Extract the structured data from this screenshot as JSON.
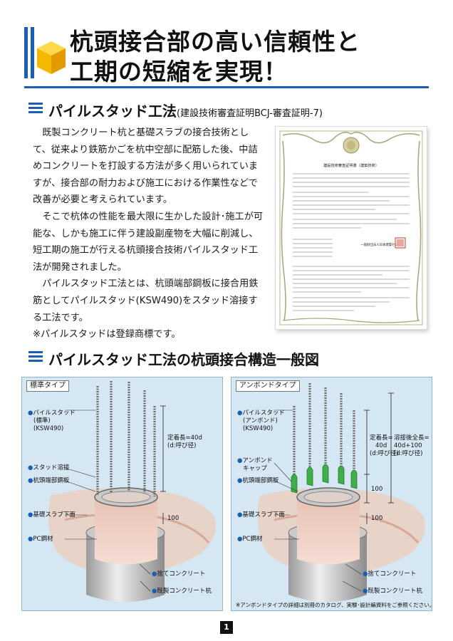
{
  "header": {
    "title_line1": "杭頭接合部の高い信頼性と",
    "title_line2": "工期の短縮を実現！"
  },
  "section1": {
    "title": "パイルスタッド工法",
    "subtitle": "(建設技術審査証明BCJ-審査証明-7)",
    "paragraphs": [
      "既製コンクリート杭と基礎スラブの接合技術として、従来より鉄筋かごを杭中空部に配筋した後、中詰めコンクリートを打設する方法が多く用いられていますが、接合部の耐力および施工における作業性などで改善が必要と考えられています。",
      "そこで杭体の性能を最大限に生かした設計･施工が可能な、しかも施工に伴う建設副産物を大幅に削減し、短工期の施工が行える杭頭接合技術パイルスタッド工法が開発されました。",
      "パイルスタッド工法とは、杭頭端部鋼板に接合用鉄筋としてパイルスタッド(KSW490)をスタッド溶接する工法です。"
    ],
    "note": "※パイルスタッドは登録商標です。"
  },
  "certificate": {
    "title": "建設技術審査証明書（建築技術）",
    "center": "一般財団法人日本建築センター"
  },
  "section2": {
    "title": "パイルスタッド工法の杭頭接合構造一般図"
  },
  "diagram_standard": {
    "tag": "標準タイプ",
    "label_stud_1": "パイルスタッド",
    "label_stud_2": "(標準)",
    "label_stud_3": "(KSW490)",
    "label_weld": "スタッド溶接",
    "label_plate": "杭頭端部鋼板",
    "label_slab": "基礎スラブ下面",
    "label_pc": "PC鋼材",
    "label_anchor_1": "定着長=40d",
    "label_anchor_2": "(d:呼び径)",
    "label_100": "100",
    "label_concrete": "捨てコンクリート",
    "label_pile": "既製コンクリート杭"
  },
  "diagram_unbond": {
    "tag": "アンボンドタイプ",
    "label_stud_1": "パイルスタッド",
    "label_stud_2": "(アンボンド)",
    "label_stud_3": "(KSW490)",
    "label_cap_1": "アンボンド",
    "label_cap_2": "キャップ",
    "label_plate": "杭頭端部鋼板",
    "label_slab": "基礎スラブ下面",
    "label_pc": "PC鋼材",
    "label_anchor_1": "定着長=",
    "label_anchor_2": "40d",
    "label_anchor_3": "(d:呼び径)",
    "label_total_1": "溶接後全長=",
    "label_total_2": "40d+100",
    "label_total_3": "(d:呼び径)",
    "label_100_a": "100",
    "label_100_b": "100",
    "label_concrete": "捨てコンクリート",
    "label_pile": "既製コンクリート杭",
    "footnote": "※アンボンドタイプの詳細は別冊のカタログ、実験･設計編資料をご参照ください。"
  },
  "page_number": "1",
  "colors": {
    "accent": "#1a5fb4",
    "panel_bg": "#d6e7f4",
    "cap_green": "#3fae49",
    "cube_yellow": "#f5b800"
  }
}
